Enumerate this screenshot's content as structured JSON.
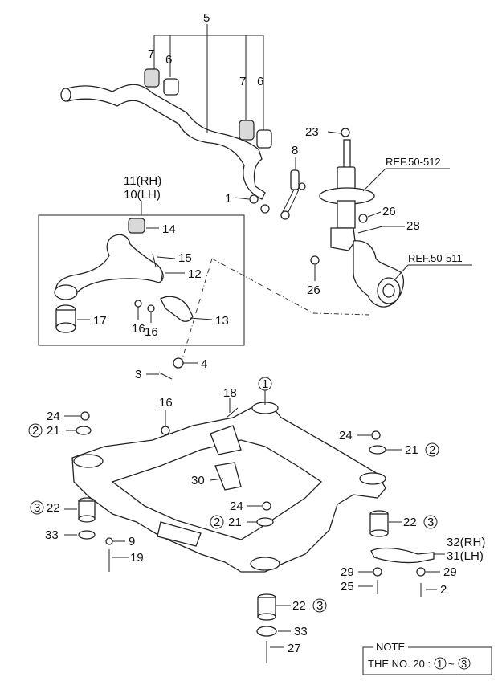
{
  "labels": {
    "l5": "5",
    "l7a": "7",
    "l6a": "6",
    "l7b": "7",
    "l6b": "6",
    "l23": "23",
    "l8": "8",
    "l1": "1",
    "l11": "11(RH)",
    "l10": "10(LH)",
    "l14": "14",
    "l15": "15",
    "l12": "12",
    "l17": "17",
    "l16a": "16",
    "l16b": "16",
    "l13": "13",
    "l4": "4",
    "l3": "3",
    "l26a": "26",
    "l28": "28",
    "l26b": "26",
    "l18": "18",
    "l16c": "16",
    "l24a": "24",
    "l21a": "21",
    "l22a": "22",
    "l33a": "33",
    "l9": "9",
    "l19": "19",
    "l30": "30",
    "l24b": "24",
    "l21b": "21",
    "l24c": "24",
    "l21c": "21",
    "l22b": "22",
    "l32": "32(RH)",
    "l31": "31(LH)",
    "l29a": "29",
    "l29b": "29",
    "l25": "25",
    "l2": "2",
    "l22c": "22",
    "l33b": "33",
    "l27": "27"
  },
  "circled": {
    "c1": "1",
    "c2a": "2",
    "c3a": "3",
    "c2b": "2",
    "c2c": "2",
    "c3b": "3",
    "c3c": "3"
  },
  "references": {
    "ref512": "REF.50-512",
    "ref511": "REF.50-511"
  },
  "note": {
    "title": "NOTE",
    "text": "THE NO. 20 :",
    "from": "1",
    "sep": "~",
    "to": "3"
  }
}
